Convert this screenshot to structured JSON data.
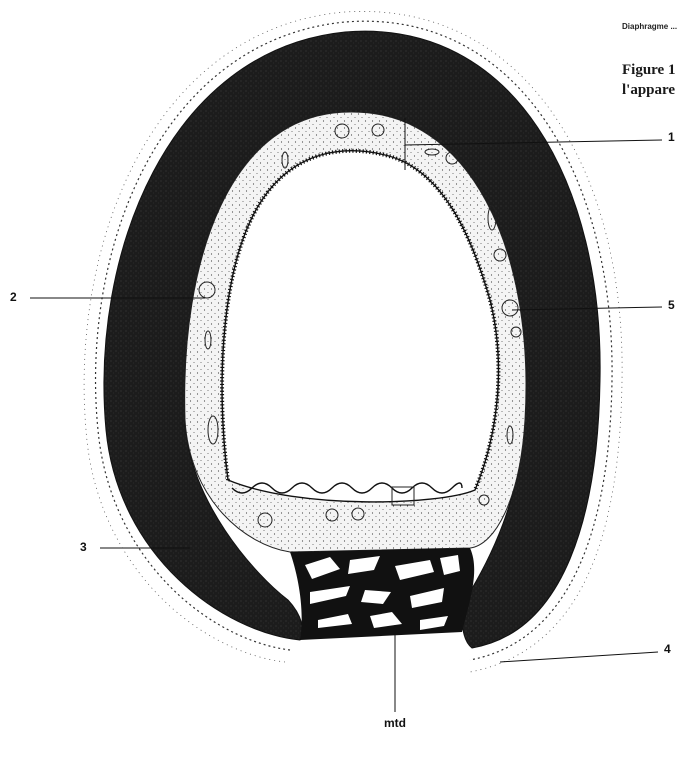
{
  "header": {
    "top_note": "Diaphragme ...",
    "figure_title_line1": "Figure 1",
    "figure_title_line2": "l'appare"
  },
  "labels": {
    "l1": "1",
    "l2": "2",
    "l3": "3",
    "l4": "4",
    "l5": "5",
    "mtd": "mtd"
  },
  "colors": {
    "ink": "#111111",
    "dark_layer": "#1c1c1c",
    "stroma": "#f4f4f4",
    "paper": "#ffffff"
  }
}
